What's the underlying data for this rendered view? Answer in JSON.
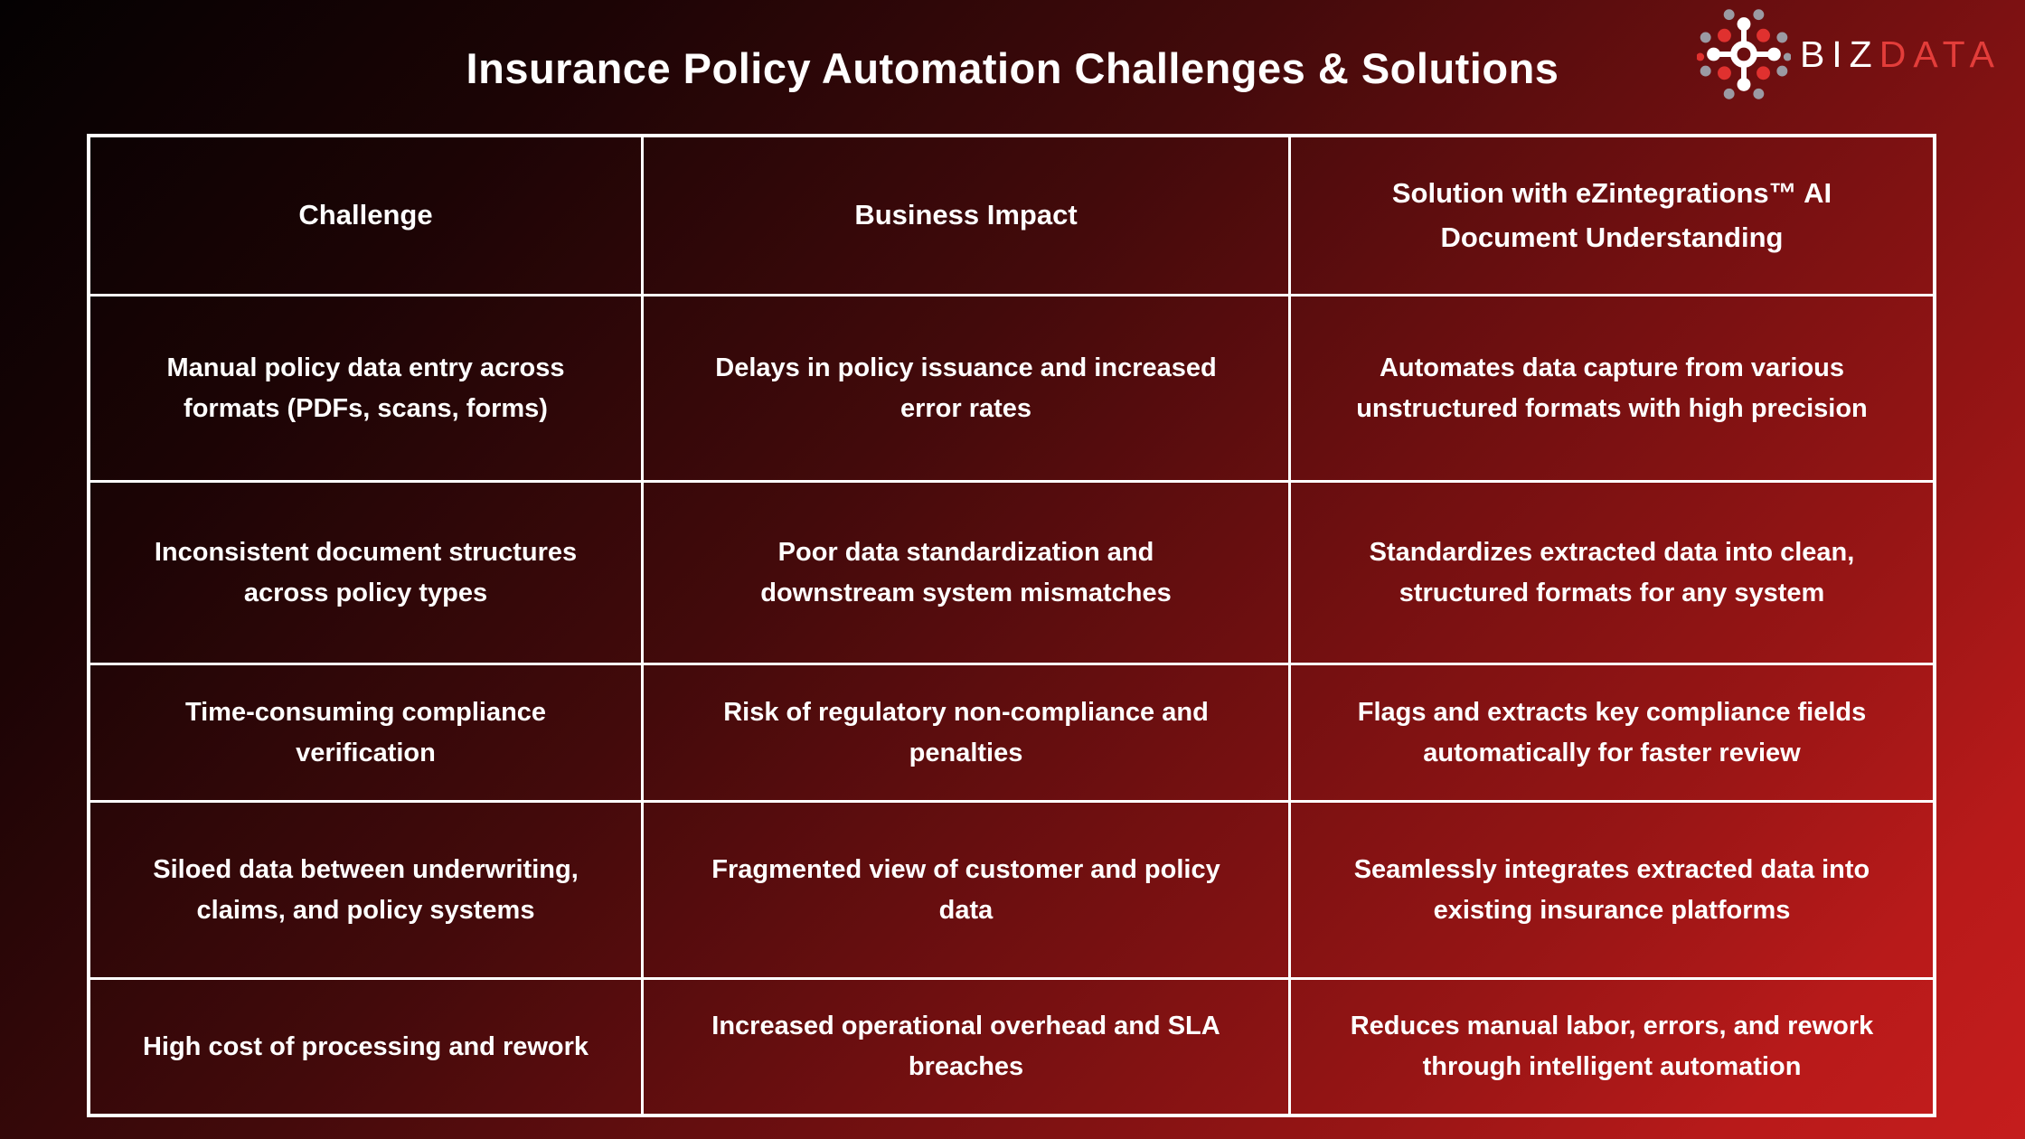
{
  "page": {
    "title": "Insurance Policy Automation Challenges & Solutions"
  },
  "logo": {
    "brand_primary": "BIZ",
    "brand_secondary": "DATA",
    "icon": "network-hub-icon",
    "colors": {
      "primary_text": "#ffffff",
      "secondary_text": "#e33d3a",
      "dot_red": "#e0312f",
      "dot_gray": "#9b9aa3",
      "hub_white": "#ffffff"
    }
  },
  "colors": {
    "background_top_left": "#040102",
    "background_bottom_right": "#c51d1d",
    "table_border": "#ffffff",
    "text": "#ffffff"
  },
  "table": {
    "columns": [
      "Challenge",
      "Business Impact",
      "Solution with eZintegrations™ AI Document Understanding"
    ],
    "rows": [
      [
        "Manual policy data entry across formats (PDFs, scans, forms)",
        "Delays in policy issuance and increased error rates",
        "Automates data capture from various unstructured formats with high precision"
      ],
      [
        "Inconsistent document structures across policy types",
        "Poor data standardization and downstream system mismatches",
        "Standardizes extracted data into clean, structured formats for any system"
      ],
      [
        "Time-consuming compliance verification",
        "Risk of regulatory non-compliance and penalties",
        "Flags and extracts key compliance fields automatically for faster review"
      ],
      [
        "Siloed data between underwriting, claims, and policy systems",
        "Fragmented view of customer and policy data",
        "Seamlessly integrates extracted data into existing insurance platforms"
      ],
      [
        "High cost of processing and rework",
        "Increased operational overhead and SLA breaches",
        "Reduces manual labor, errors, and rework through intelligent automation"
      ]
    ]
  }
}
